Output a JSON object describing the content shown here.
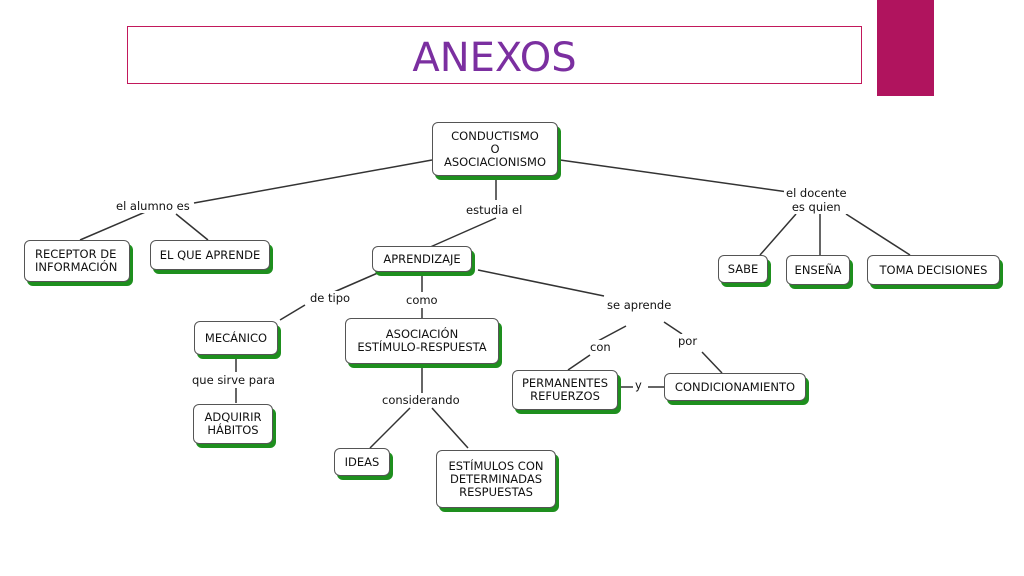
{
  "slide": {
    "title": "ANEXOS",
    "colors": {
      "title_text": "#7b2fa0",
      "title_border": "#c2185b",
      "accent_tab": "#b0145e",
      "node_shadow": "#1e8f1e"
    }
  },
  "concept_map": {
    "nodes": {
      "conductismo": "CONDUCTISMO\nO\nASOCIACIONISMO",
      "receptor": "RECEPTOR DE\nINFORMACIÓN",
      "el_que_aprende": "EL QUE APRENDE",
      "aprendizaje": "APRENDIZAJE",
      "sabe": "SABE",
      "ensena": "ENSEÑA",
      "toma_decisiones": "TOMA DECISIONES",
      "mecanico": "MECÁNICO",
      "asociacion": "ASOCIACIÓN\nESTÍMULO-RESPUESTA",
      "permanentes": "PERMANENTES\nREFUERZOS",
      "condicionamiento": "CONDICIONAMIENTO",
      "adquirir": "ADQUIRIR\nHÁBITOS",
      "ideas": "IDEAS",
      "estimulos": "ESTÍMULOS CON\nDETERMINADAS\nRESPUESTAS"
    },
    "links": {
      "el_alumno_es": "el alumno es",
      "estudia_el": "estudia el",
      "el_docente": "el docente\nes quien",
      "de_tipo": "de tipo",
      "como": "como",
      "se_aprende": "se aprende",
      "que_sirve_para": "que sirve para",
      "considerando": "considerando",
      "con": "con",
      "por": "por",
      "y": "y"
    }
  }
}
